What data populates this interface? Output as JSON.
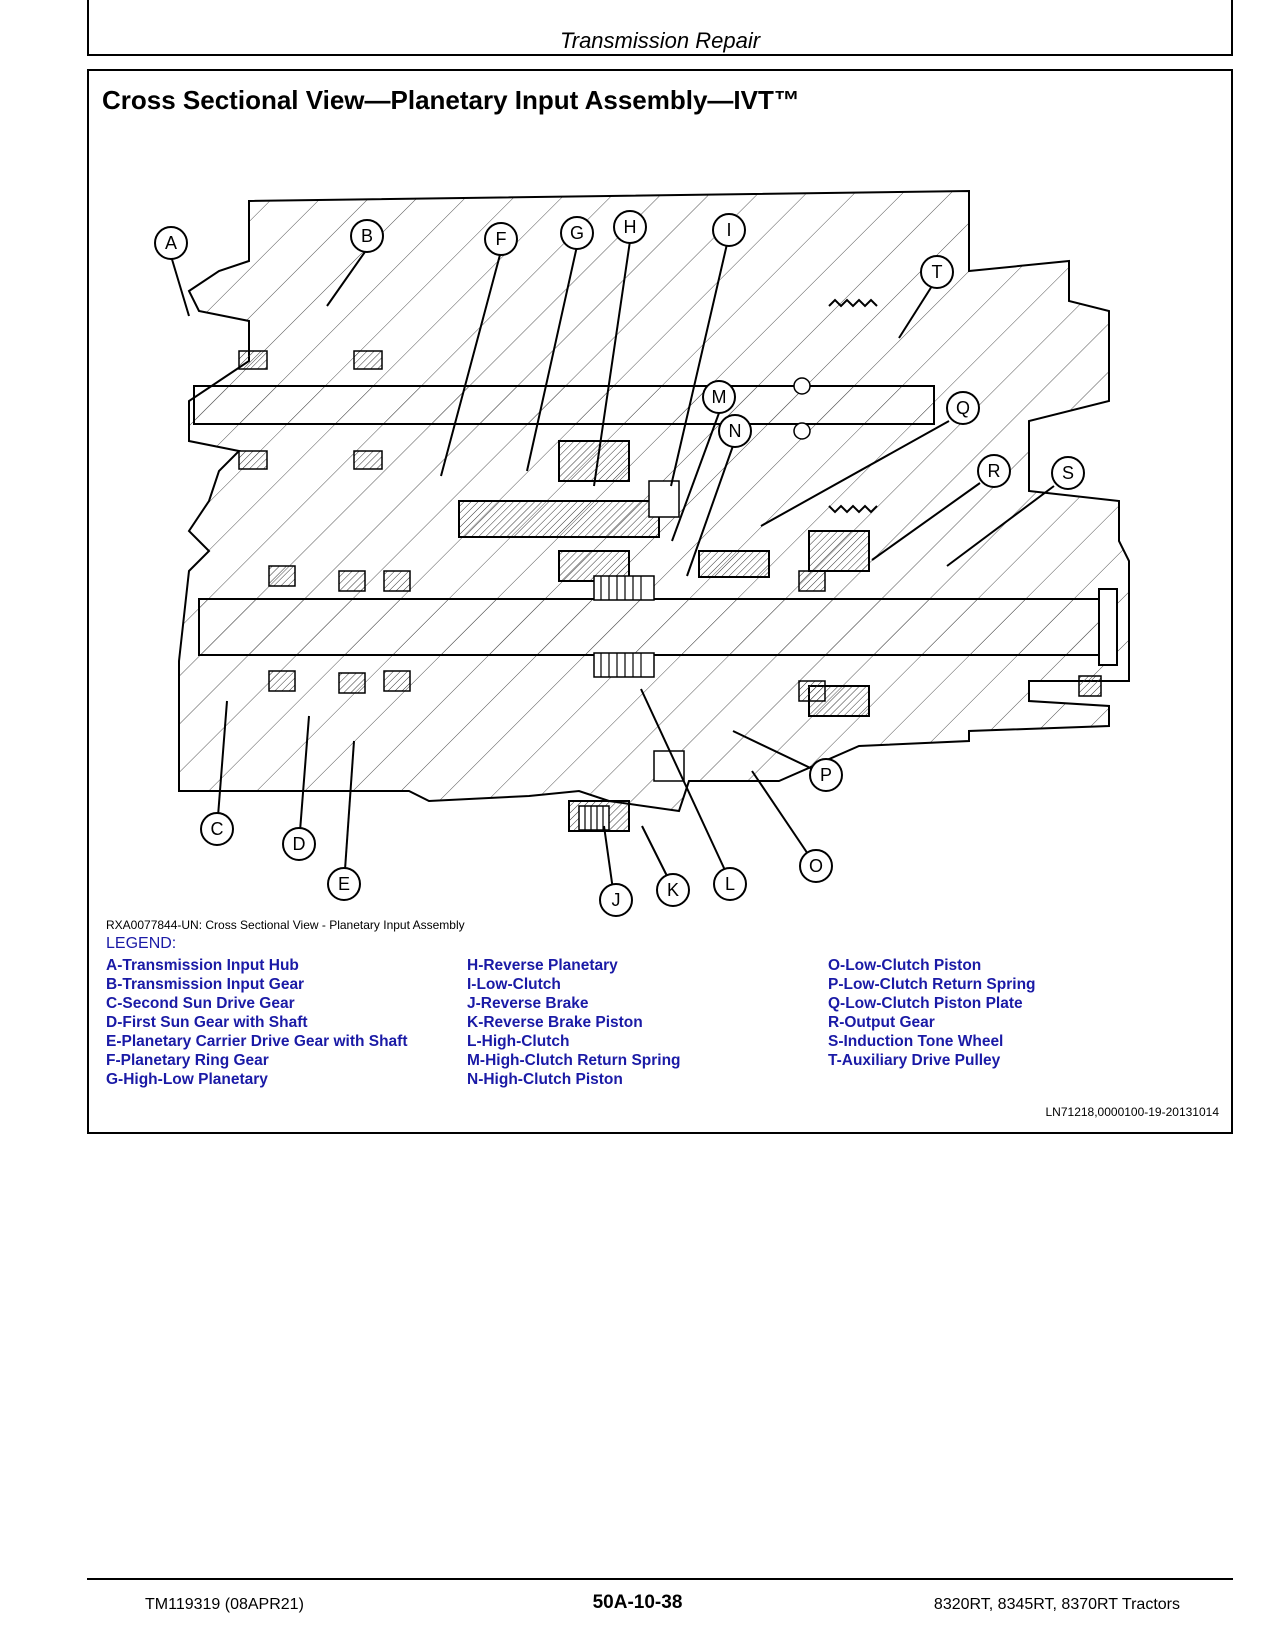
{
  "header": {
    "title": "Transmission Repair"
  },
  "section": {
    "title": "Cross Sectional View—Planetary Input Assembly—IVT™"
  },
  "figure": {
    "callouts": [
      "A",
      "B",
      "C",
      "D",
      "E",
      "F",
      "G",
      "H",
      "I",
      "J",
      "K",
      "L",
      "M",
      "N",
      "O",
      "P",
      "Q",
      "R",
      "S",
      "T"
    ],
    "caption": "RXA0077844-UN: Cross Sectional View - Planetary Input Assembly"
  },
  "legend": {
    "title": "LEGEND:",
    "col1": [
      "A-Transmission Input Hub",
      "B-Transmission Input Gear",
      "C-Second Sun Drive Gear",
      "D-First Sun Gear with Shaft",
      "E-Planetary Carrier Drive Gear with Shaft",
      "F-Planetary Ring Gear",
      "G-High-Low Planetary"
    ],
    "col2": [
      "H-Reverse Planetary",
      "I-Low-Clutch",
      "J-Reverse Brake",
      "K-Reverse Brake Piston",
      "L-High-Clutch",
      "M-High-Clutch Return Spring",
      "N-High-Clutch Piston"
    ],
    "col3": [
      "O-Low-Clutch Piston",
      "P-Low-Clutch Return Spring",
      "Q-Low-Clutch Piston Plate",
      "R-Output Gear",
      "S-Induction Tone Wheel",
      "T-Auxiliary Drive Pulley"
    ]
  },
  "ref_code": "LN71218,0000100-19-20131014",
  "footer": {
    "left": "TM119319 (08APR21)",
    "center": "50A-10-38",
    "right": "8320RT, 8345RT, 8370RT Tractors"
  }
}
